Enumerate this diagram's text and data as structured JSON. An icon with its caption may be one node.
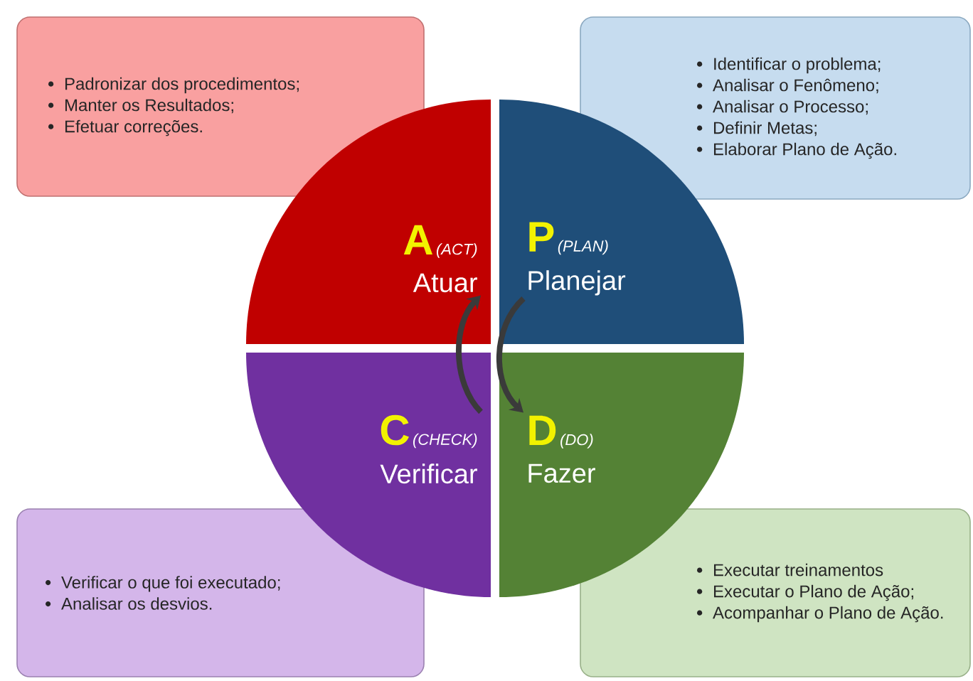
{
  "diagram": {
    "nodes": [
      {
        "text": [
          "Padronizar dos procedimentos;",
          "Manter os Resultados;",
          "Efetuar correções."
        ]
      },
      {
        "text": [
          "Identificar o problema;",
          "Analisar o Fenômeno;",
          "Analisar o Processo;",
          "Definir Metas;",
          "Elaborar Plano de Ação."
        ]
      },
      {
        "text": [
          "A",
          "(ACT)",
          "Atuar"
        ]
      },
      {
        "text": [
          "P",
          "(PLAN)",
          "Planejar"
        ]
      },
      {
        "text": [
          "C",
          "(CHECK)",
          "Verificar"
        ]
      },
      {
        "text": [
          "D",
          "(DO)",
          "Fazer"
        ]
      },
      {
        "text": [
          "Verificar o que foi executado;",
          "Analisar os desvios."
        ]
      },
      {
        "text": [
          "Executar treinamentos",
          "Executar o Plano de Ação;",
          "Acompanhar o Plano de Ação."
        ]
      }
    ],
    "edges": [
      {
        "from": 3,
        "to": 5,
        "arrow": "to"
      },
      {
        "from": 4,
        "to": 2,
        "arrow": "to"
      }
    ]
  }
}
